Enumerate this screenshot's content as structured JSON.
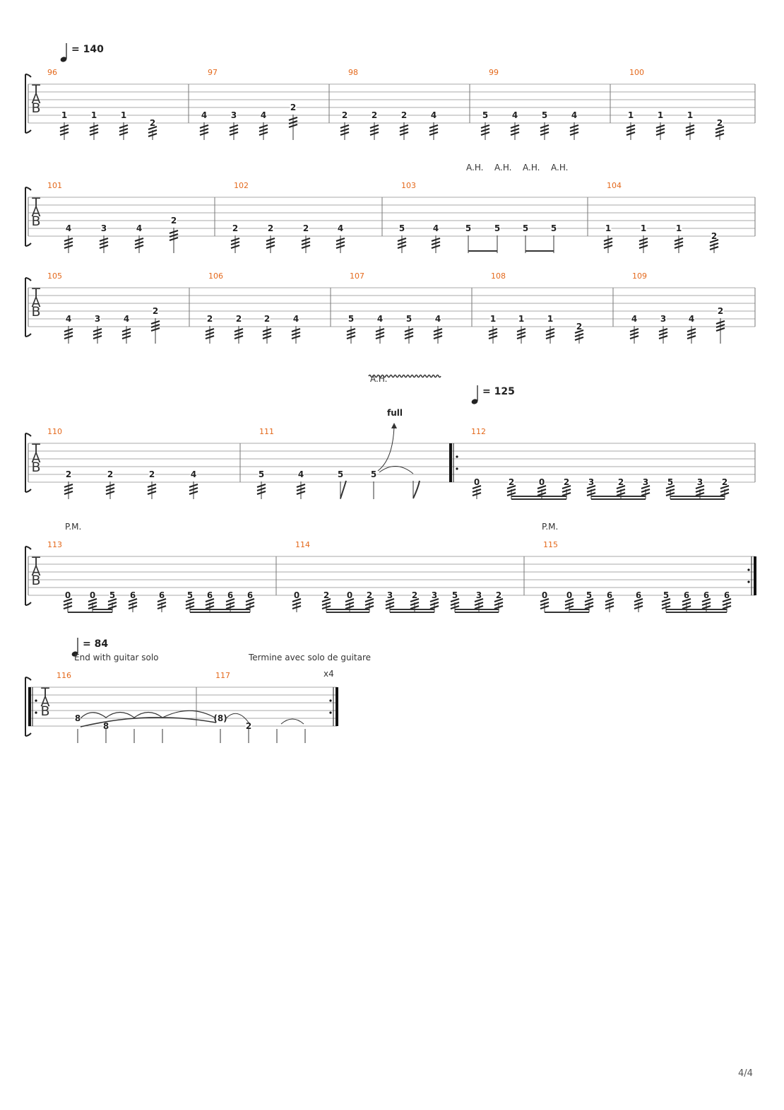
{
  "page_number": "4/4",
  "tab_letters": [
    "T",
    "A",
    "B"
  ],
  "tempos": [
    {
      "value": "= 140",
      "system": 0
    },
    {
      "value": "= 125",
      "system": 3
    },
    {
      "value": "= 84",
      "system": 5
    }
  ],
  "annotations": {
    "ah": "A.H.",
    "pm": "P.M.",
    "bend_full": "full",
    "end_en": "End with guitar solo",
    "end_fr": "Termine avec solo de guitare",
    "repeat_count": "x4"
  },
  "systems": [
    {
      "measures": [
        {
          "num": "96",
          "notes": [
            {
              "f": "1",
              "s": 5
            },
            {
              "f": "1",
              "s": 5
            },
            {
              "f": "1",
              "s": 5
            },
            {
              "f": "2",
              "s": 6
            }
          ]
        },
        {
          "num": "97",
          "notes": [
            {
              "f": "4",
              "s": 5
            },
            {
              "f": "3",
              "s": 5
            },
            {
              "f": "4",
              "s": 5
            },
            {
              "f": "2",
              "s": 4
            }
          ]
        },
        {
          "num": "98",
          "notes": [
            {
              "f": "2",
              "s": 5
            },
            {
              "f": "2",
              "s": 5
            },
            {
              "f": "2",
              "s": 5
            },
            {
              "f": "4",
              "s": 5
            }
          ]
        },
        {
          "num": "99",
          "notes": [
            {
              "f": "5",
              "s": 5
            },
            {
              "f": "4",
              "s": 5
            },
            {
              "f": "5",
              "s": 5
            },
            {
              "f": "4",
              "s": 5
            }
          ]
        },
        {
          "num": "100",
          "notes": [
            {
              "f": "1",
              "s": 5
            },
            {
              "f": "1",
              "s": 5
            },
            {
              "f": "1",
              "s": 5
            },
            {
              "f": "2",
              "s": 6
            }
          ]
        }
      ]
    },
    {
      "measures": [
        {
          "num": "101",
          "notes": [
            {
              "f": "4",
              "s": 5
            },
            {
              "f": "3",
              "s": 5
            },
            {
              "f": "4",
              "s": 5
            },
            {
              "f": "2",
              "s": 4
            }
          ]
        },
        {
          "num": "102",
          "notes": [
            {
              "f": "2",
              "s": 5
            },
            {
              "f": "2",
              "s": 5
            },
            {
              "f": "2",
              "s": 5
            },
            {
              "f": "4",
              "s": 5
            }
          ]
        },
        {
          "num": "103",
          "notes": [
            {
              "f": "5",
              "s": 5
            },
            {
              "f": "4",
              "s": 5
            },
            {
              "f": "5",
              "s": 5
            },
            {
              "f": "5",
              "s": 5
            },
            {
              "f": "5",
              "s": 5
            },
            {
              "f": "5",
              "s": 5
            }
          ]
        },
        {
          "num": "104",
          "notes": [
            {
              "f": "1",
              "s": 5
            },
            {
              "f": "1",
              "s": 5
            },
            {
              "f": "1",
              "s": 5
            },
            {
              "f": "2",
              "s": 6
            }
          ]
        }
      ]
    },
    {
      "measures": [
        {
          "num": "105",
          "notes": [
            {
              "f": "4",
              "s": 5
            },
            {
              "f": "3",
              "s": 5
            },
            {
              "f": "4",
              "s": 5
            },
            {
              "f": "2",
              "s": 4
            }
          ]
        },
        {
          "num": "106",
          "notes": [
            {
              "f": "2",
              "s": 5
            },
            {
              "f": "2",
              "s": 5
            },
            {
              "f": "2",
              "s": 5
            },
            {
              "f": "4",
              "s": 5
            }
          ]
        },
        {
          "num": "107",
          "notes": [
            {
              "f": "5",
              "s": 5
            },
            {
              "f": "4",
              "s": 5
            },
            {
              "f": "5",
              "s": 5
            },
            {
              "f": "4",
              "s": 5
            }
          ]
        },
        {
          "num": "108",
          "notes": [
            {
              "f": "1",
              "s": 5
            },
            {
              "f": "1",
              "s": 5
            },
            {
              "f": "1",
              "s": 5
            },
            {
              "f": "2",
              "s": 6
            }
          ]
        },
        {
          "num": "109",
          "notes": [
            {
              "f": "4",
              "s": 5
            },
            {
              "f": "3",
              "s": 5
            },
            {
              "f": "4",
              "s": 5
            },
            {
              "f": "2",
              "s": 4
            }
          ]
        }
      ]
    },
    {
      "measures": [
        {
          "num": "110",
          "notes": [
            {
              "f": "2",
              "s": 5
            },
            {
              "f": "2",
              "s": 5
            },
            {
              "f": "2",
              "s": 5
            },
            {
              "f": "4",
              "s": 5
            }
          ]
        },
        {
          "num": "111",
          "notes": [
            {
              "f": "5",
              "s": 5
            },
            {
              "f": "4",
              "s": 5
            },
            {
              "f": "5",
              "s": 5
            },
            {
              "f": "5",
              "s": 5
            }
          ]
        },
        {
          "num": "112",
          "notes": [
            {
              "f": "0",
              "s": 6
            },
            {
              "f": "2",
              "s": 6
            },
            {
              "f": "0",
              "s": 6
            },
            {
              "f": "2",
              "s": 6
            },
            {
              "f": "3",
              "s": 6
            },
            {
              "f": "2",
              "s": 6
            },
            {
              "f": "3",
              "s": 6
            },
            {
              "f": "5",
              "s": 6
            },
            {
              "f": "3",
              "s": 6
            },
            {
              "f": "2",
              "s": 6
            }
          ]
        }
      ]
    },
    {
      "measures": [
        {
          "num": "113",
          "notes": [
            {
              "f": "0",
              "s": 6
            },
            {
              "f": "0",
              "s": 6
            },
            {
              "f": "5",
              "s": 6
            },
            {
              "f": "6",
              "s": 6
            },
            {
              "f": "6",
              "s": 6
            },
            {
              "f": "5",
              "s": 6
            },
            {
              "f": "6",
              "s": 6
            },
            {
              "f": "6",
              "s": 6
            },
            {
              "f": "6",
              "s": 6
            }
          ]
        },
        {
          "num": "114",
          "notes": [
            {
              "f": "0",
              "s": 6
            },
            {
              "f": "2",
              "s": 6
            },
            {
              "f": "0",
              "s": 6
            },
            {
              "f": "2",
              "s": 6
            },
            {
              "f": "3",
              "s": 6
            },
            {
              "f": "2",
              "s": 6
            },
            {
              "f": "3",
              "s": 6
            },
            {
              "f": "5",
              "s": 6
            },
            {
              "f": "3",
              "s": 6
            },
            {
              "f": "2",
              "s": 6
            }
          ]
        },
        {
          "num": "115",
          "notes": [
            {
              "f": "0",
              "s": 6
            },
            {
              "f": "0",
              "s": 6
            },
            {
              "f": "5",
              "s": 6
            },
            {
              "f": "6",
              "s": 6
            },
            {
              "f": "6",
              "s": 6
            },
            {
              "f": "5",
              "s": 6
            },
            {
              "f": "6",
              "s": 6
            },
            {
              "f": "6",
              "s": 6
            },
            {
              "f": "6",
              "s": 6
            }
          ]
        }
      ]
    },
    {
      "measures": [
        {
          "num": "116",
          "notes": [
            {
              "f": "8",
              "s": 5
            },
            {
              "f": "8",
              "s": 6
            }
          ]
        },
        {
          "num": "117",
          "notes": [
            {
              "f": "(8)",
              "s": 5
            },
            {
              "f": "2",
              "s": 6
            }
          ]
        }
      ]
    }
  ]
}
